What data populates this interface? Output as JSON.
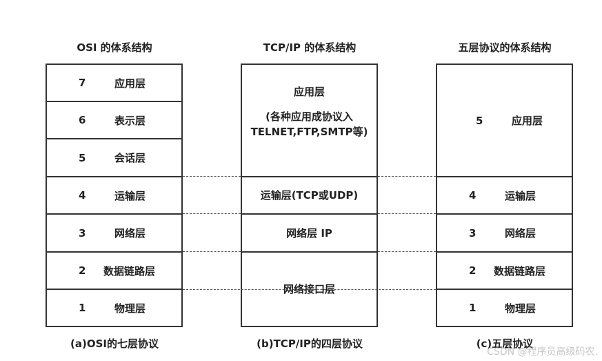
{
  "osi": {
    "title": "OSI 的体系结构",
    "caption": "(a)OSI的七层协议",
    "layers": [
      {
        "num": "7",
        "name": "应用层"
      },
      {
        "num": "6",
        "name": "表示层"
      },
      {
        "num": "5",
        "name": "会话层"
      },
      {
        "num": "4",
        "name": "运输层"
      },
      {
        "num": "3",
        "name": "网络层"
      },
      {
        "num": "2",
        "name": "数据链路层"
      },
      {
        "num": "1",
        "name": "物理层"
      }
    ]
  },
  "tcpip": {
    "title": "TCP/IP 的体系结构",
    "caption": "(b)TCP/IP的四层协议",
    "app_line1": "应用层",
    "app_line2": "(各种应用成协议入",
    "app_line3": "TELNET,FTP,SMTP等)",
    "transport": "运输层(TCP或UDP)",
    "network": "网络层 IP",
    "link": "网络接口层"
  },
  "five": {
    "title": "五层协议的体系结构",
    "caption": "(c)五层协议",
    "layers": [
      {
        "num": "5",
        "name": "应用层"
      },
      {
        "num": "4",
        "name": "运输层"
      },
      {
        "num": "3",
        "name": "网络层"
      },
      {
        "num": "2",
        "name": "数据链路层"
      },
      {
        "num": "1",
        "name": "物理层"
      }
    ]
  },
  "watermark": "CSDN @程序员高级码农."
}
